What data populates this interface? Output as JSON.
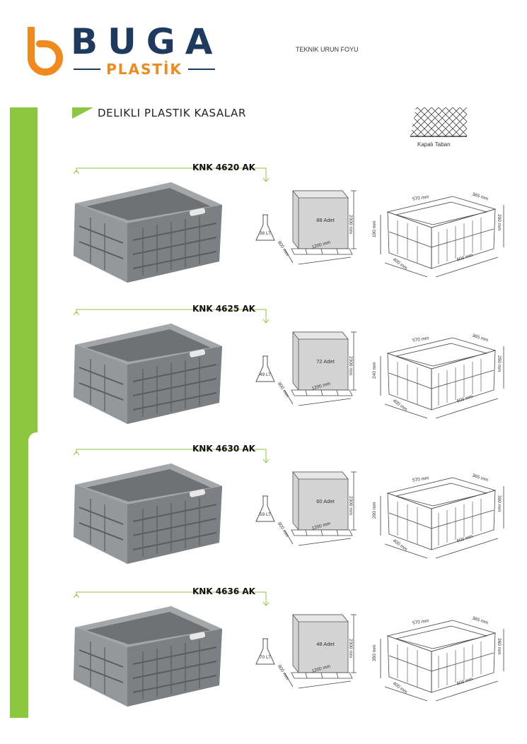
{
  "brand": {
    "name": "BUGA",
    "subname": "PLASTİK",
    "document_type": "TEKNIK URUN FOYU"
  },
  "section": {
    "title": "DELIKLI PLASTIK KASALAR",
    "base_label": "Kapalı Taban"
  },
  "colors": {
    "navy": "#1e3a5f",
    "orange": "#f08a1c",
    "green": "#8dc63f",
    "crate_gray": "#8a8d90"
  },
  "products": [
    {
      "code": "KNK 4620 AK",
      "volume": "38 LT",
      "pallet_qty": "88 Adet",
      "pallet_height": "2300 mm",
      "pallet_depth": "800 mm",
      "pallet_width": "1200 mm",
      "top_length": "570 mm",
      "top_width": "365 mm",
      "stack_height": "190 mm",
      "height": "200 mm",
      "base_depth": "400 mm",
      "base_length": "600 mm"
    },
    {
      "code": "KNK 4625 AK",
      "volume": "49 LT",
      "pallet_qty": "72 Adet",
      "pallet_height": "2300 mm",
      "pallet_depth": "800 mm",
      "pallet_width": "1200 mm",
      "top_length": "570 mm",
      "top_width": "365 mm",
      "stack_height": "240 mm",
      "height": "250 mm",
      "base_depth": "400 mm",
      "base_length": "600 mm"
    },
    {
      "code": "KNK 4630 AK",
      "volume": "59 LT",
      "pallet_qty": "60 Adet",
      "pallet_height": "2300 mm",
      "pallet_depth": "800 mm",
      "pallet_width": "1200 mm",
      "top_length": "570 mm",
      "top_width": "365 mm",
      "stack_height": "290 mm",
      "height": "300 mm",
      "base_depth": "400 mm",
      "base_length": "600 mm"
    },
    {
      "code": "KNK 4636 AK",
      "volume": "70 LT",
      "pallet_qty": "48 Adet",
      "pallet_height": "2300 mm",
      "pallet_depth": "800 mm",
      "pallet_width": "1200 mm",
      "top_length": "570 mm",
      "top_width": "365 mm",
      "stack_height": "350 mm",
      "height": "360 mm",
      "base_depth": "400 mm",
      "base_length": "600 mm"
    }
  ]
}
